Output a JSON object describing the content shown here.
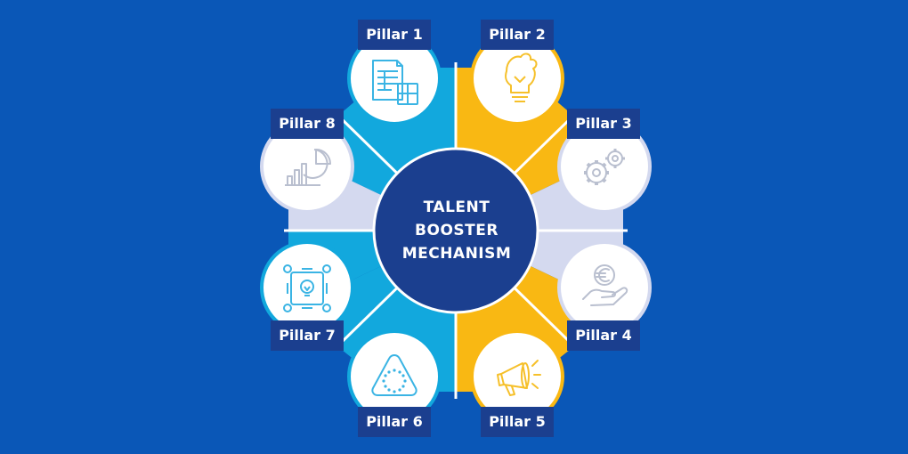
{
  "center": {
    "lines": [
      "TALENT",
      "BOOSTER",
      "MECHANISM"
    ]
  },
  "pillars": [
    {
      "label": "Pillar 1",
      "icon": "spreadsheet-calculator-icon",
      "color": "#12a8dd"
    },
    {
      "label": "Pillar 2",
      "icon": "puzzle-lightbulb-icon",
      "color": "#f9b813"
    },
    {
      "label": "Pillar 3",
      "icon": "gears-icon",
      "color": "#d4d9ef"
    },
    {
      "label": "Pillar 4",
      "icon": "euro-hand-icon",
      "color": "#d4d9ef"
    },
    {
      "label": "Pillar 5",
      "icon": "megaphone-icon",
      "color": "#f9b813"
    },
    {
      "label": "Pillar 6",
      "icon": "eu-stars-triangle-icon",
      "color": "#12a8dd"
    },
    {
      "label": "Pillar 7",
      "icon": "lightbulb-network-icon",
      "color": "#12a8dd"
    },
    {
      "label": "Pillar 8",
      "icon": "chart-pie-icon",
      "color": "#d4d9ef"
    }
  ],
  "colors": {
    "background": "#0a57b7",
    "center": "#1b3f8f",
    "label": "#1b3f8f",
    "blue": "#12a8dd",
    "yellow": "#f9b813",
    "lavender": "#d4d9ef",
    "icon_blue": "#3ab4e4",
    "icon_yellow": "#f6c02a",
    "icon_grey": "#b9bfcf"
  }
}
